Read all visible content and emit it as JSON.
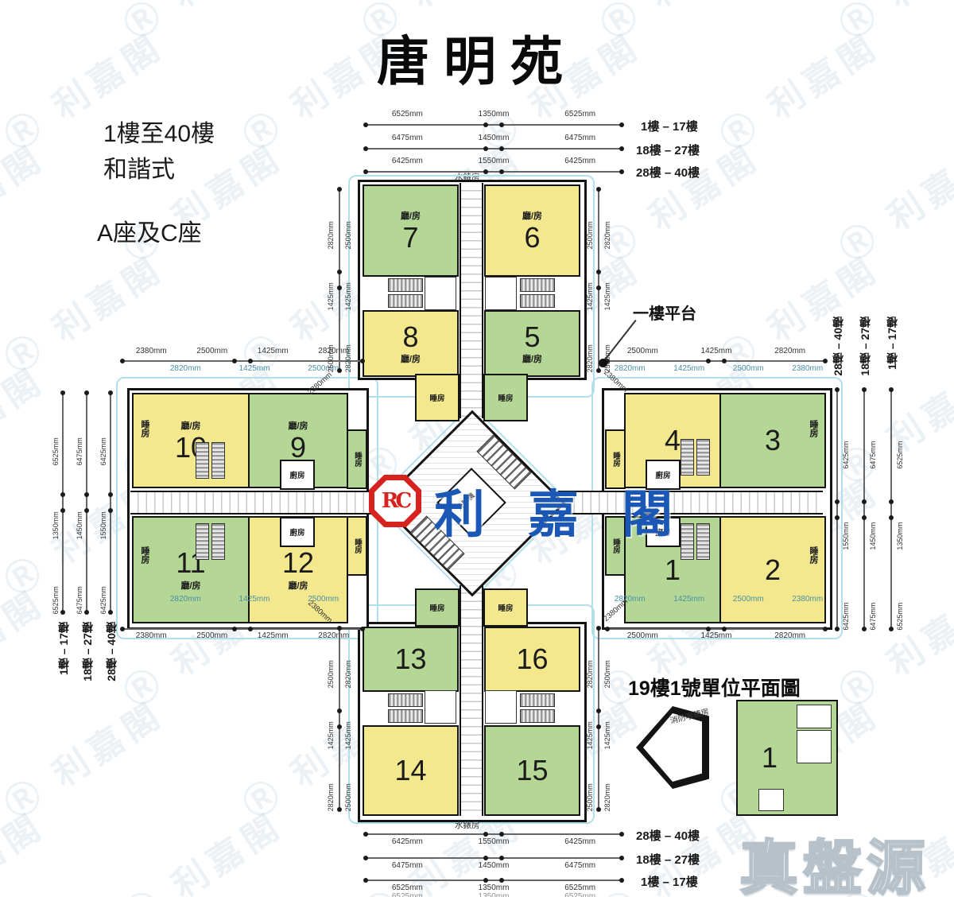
{
  "page": {
    "title": "唐明苑",
    "floors_note": "1樓至40樓",
    "style_note": "和諧式",
    "blocks_note": "A座及C座"
  },
  "logo": {
    "mark": "RC",
    "name": "利嘉閣",
    "red": "#d6231f",
    "blue": "#1b57b5"
  },
  "watermark": {
    "mark": "Ⓡ",
    "text": "利嘉閣"
  },
  "badge": {
    "text": "真盤源"
  },
  "annotations": {
    "platform": "一樓平台",
    "water_meter": "水錶房",
    "lift": "升降機",
    "inset_title": "19樓1號單位平面圖",
    "fire_hose": "消防喉轆房"
  },
  "rooms": {
    "hall": "廳/房",
    "bed": "睡房",
    "kitchen": "廚房"
  },
  "units": {
    "u1": "1",
    "u2": "2",
    "u3": "3",
    "u4": "4",
    "u5": "5",
    "u6": "6",
    "u7": "7",
    "u8": "8",
    "u9": "9",
    "u10": "10",
    "u11": "11",
    "u12": "12",
    "u13": "13",
    "u14": "14",
    "u15": "15",
    "u16": "16",
    "inset": "1"
  },
  "colors": {
    "unit_green": "#b5d795",
    "unit_yellow": "#f3e88e",
    "platform_cyan": "#b2e0ea"
  },
  "floor_dims": {
    "top": [
      {
        "segments": [
          "6525mm",
          "1350mm",
          "6525mm"
        ],
        "floors": "1樓 – 17樓"
      },
      {
        "segments": [
          "6475mm",
          "1450mm",
          "6475mm"
        ],
        "floors": "18樓 – 27樓"
      },
      {
        "segments": [
          "6425mm",
          "1550mm",
          "6425mm"
        ],
        "floors": "28樓 – 40樓"
      }
    ],
    "bottom": [
      {
        "segments": [
          "6425mm",
          "1550mm",
          "6425mm"
        ],
        "floors": "28樓 – 40樓"
      },
      {
        "segments": [
          "6475mm",
          "1450mm",
          "6475mm"
        ],
        "floors": "18樓 – 27樓"
      },
      {
        "segments": [
          "6525mm",
          "1350mm",
          "6525mm"
        ],
        "floors": "1樓 – 17樓"
      }
    ],
    "left": [
      {
        "segments": [
          "6525mm",
          "1350mm",
          "6525mm"
        ],
        "floors": "1樓 – 17樓"
      },
      {
        "segments": [
          "6475mm",
          "1450mm",
          "6475mm"
        ],
        "floors": "18樓 – 27樓"
      },
      {
        "segments": [
          "6425mm",
          "1550mm",
          "6425mm"
        ],
        "floors": "28樓 – 40樓"
      }
    ],
    "right": [
      {
        "segments": [
          "6425mm",
          "1550mm",
          "6425mm"
        ],
        "floors": "28樓 – 40樓"
      },
      {
        "segments": [
          "6475mm",
          "1450mm",
          "6475mm"
        ],
        "floors": "18樓 – 27樓"
      },
      {
        "segments": [
          "6525mm",
          "1350mm",
          "6525mm"
        ],
        "floors": "1樓 – 17樓"
      }
    ]
  },
  "wing_dims": {
    "left_top_outer": [
      "2380mm",
      "2500mm",
      "1425mm",
      "2820mm"
    ],
    "left_top_inner": [
      "2820mm",
      "1425mm",
      "2500mm"
    ],
    "left_bottom_inner": [
      "2820mm",
      "1425mm",
      "2500mm"
    ],
    "left_bottom_outer": [
      "2380mm",
      "2500mm",
      "1425mm",
      "2820mm"
    ],
    "right_top_outer": [
      "2500mm",
      "1425mm",
      "2820mm"
    ],
    "right_top_inner": [
      "2820mm",
      "1425mm",
      "2500mm",
      "2380mm"
    ],
    "right_bottom_inner": [
      "2820mm",
      "1425mm",
      "2500mm",
      "2380mm"
    ],
    "right_bottom_outer": [
      "2500mm",
      "1425mm",
      "2820mm"
    ],
    "side_outer_top": [
      "2820mm",
      "1425mm",
      "2500mm"
    ],
    "side_inner_top": [
      "2500mm",
      "1425mm",
      "2820mm"
    ],
    "side_outer_bottom": [
      "2500mm",
      "1425mm",
      "2820mm"
    ],
    "side_inner_bottom": [
      "2820mm",
      "1425mm",
      "2500mm"
    ],
    "corner": "2380mm"
  }
}
